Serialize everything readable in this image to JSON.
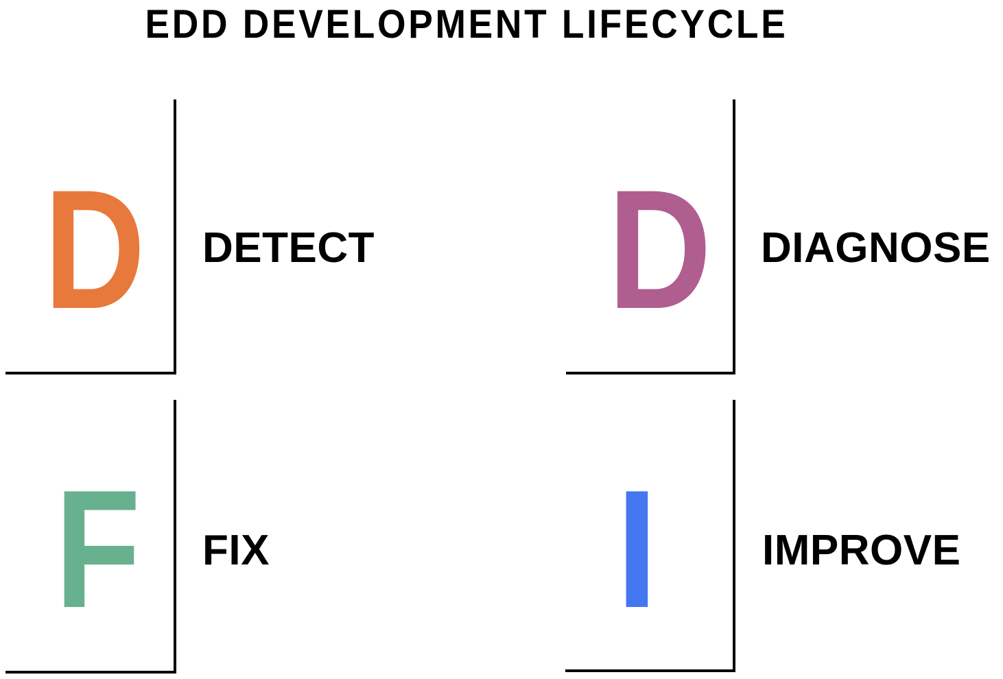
{
  "header": {
    "title": "EDD DEVELOPMENT LIFECYCLE"
  },
  "colors": {
    "background": "#ffffff",
    "line": "#000000",
    "text": "#000000",
    "detect": "#E8793C",
    "diagnose": "#B05E8F",
    "fix": "#68B18F",
    "improve": "#4476F0"
  },
  "stages": [
    {
      "id": "detect",
      "initial": "D",
      "label": "DETECT",
      "color": "#E8793C",
      "position": "top-left"
    },
    {
      "id": "diagnose",
      "initial": "D",
      "label": "DIAGNOSE",
      "color": "#B05E8F",
      "position": "top-right"
    },
    {
      "id": "fix",
      "initial": "F",
      "label": "FIX",
      "color": "#68B18F",
      "position": "bottom-left"
    },
    {
      "id": "improve",
      "initial": "I",
      "label": "IMPROVE",
      "color": "#4476F0",
      "position": "bottom-right"
    }
  ]
}
